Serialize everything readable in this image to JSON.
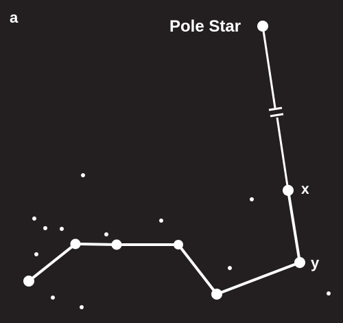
{
  "panel_label": "a",
  "labels": {
    "pole_star": "Pole Star",
    "x": "x",
    "y": "y"
  },
  "colors": {
    "background": "#231f20",
    "foreground": "#ffffff"
  }
}
